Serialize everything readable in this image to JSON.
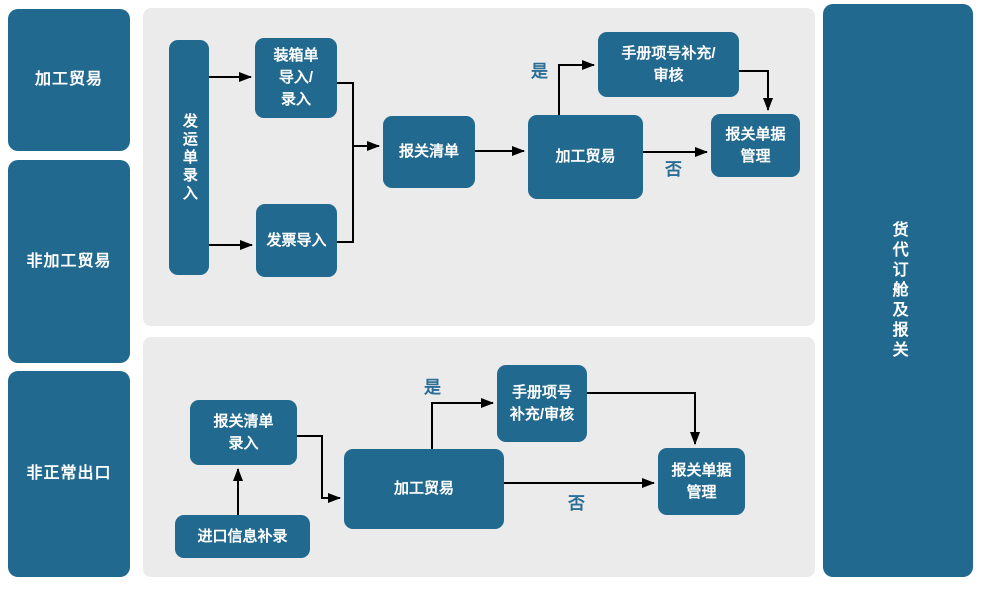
{
  "colors": {
    "node_blue": "#21698e",
    "panel_gray": "#ebebeb",
    "node_text": "#ffffff",
    "decision_label_blue": "#2c6e96",
    "arrow_black": "#000000",
    "background": "#ffffff"
  },
  "lanes": {
    "left": [
      {
        "label": "加工贸易"
      },
      {
        "label": "非加工贸易"
      },
      {
        "label": "非正常出口"
      }
    ],
    "right": {
      "label": "货代订舱及报关"
    }
  },
  "top_flow": {
    "nodes": {
      "shipping_order_entry": "发运单录入",
      "packing_list_import": "装箱单\n导入/\n录入",
      "invoice_import": "发票导入",
      "declaration_list": "报关清单",
      "processing_trade": "加工贸易",
      "manual_item_supplement": "手册项号补充/\n审核",
      "declaration_doc_mgmt": "报关单据\n管理"
    },
    "labels": {
      "yes": "是",
      "no": "否"
    }
  },
  "bottom_flow": {
    "nodes": {
      "declaration_list_entry": "报关清单\n录入",
      "import_info_supplement": "进口信息补录",
      "processing_trade": "加工贸易",
      "manual_item_supplement": "手册项号\n补充/审核",
      "declaration_doc_mgmt": "报关单据\n管理"
    },
    "labels": {
      "yes": "是",
      "no": "否"
    }
  }
}
